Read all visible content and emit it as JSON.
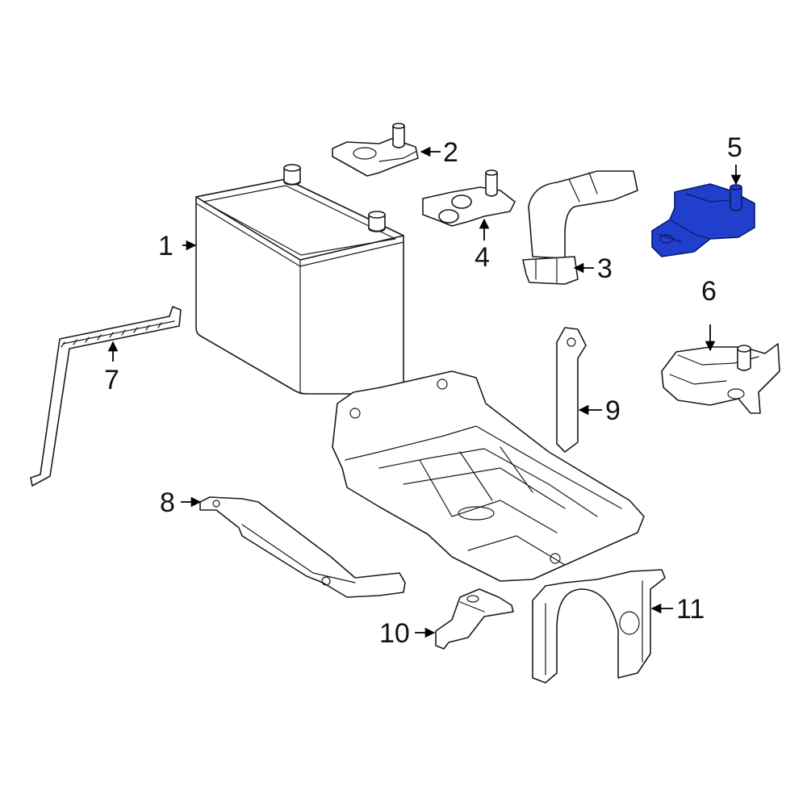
{
  "diagram": {
    "highlight_color": "#1f3fcc",
    "callouts": [
      {
        "id": "1",
        "label": "1"
      },
      {
        "id": "2",
        "label": "2"
      },
      {
        "id": "3",
        "label": "3"
      },
      {
        "id": "4",
        "label": "4"
      },
      {
        "id": "5",
        "label": "5"
      },
      {
        "id": "6",
        "label": "6"
      },
      {
        "id": "7",
        "label": "7"
      },
      {
        "id": "8",
        "label": "8"
      },
      {
        "id": "9",
        "label": "9"
      },
      {
        "id": "10",
        "label": "10"
      },
      {
        "id": "11",
        "label": "11"
      }
    ]
  }
}
